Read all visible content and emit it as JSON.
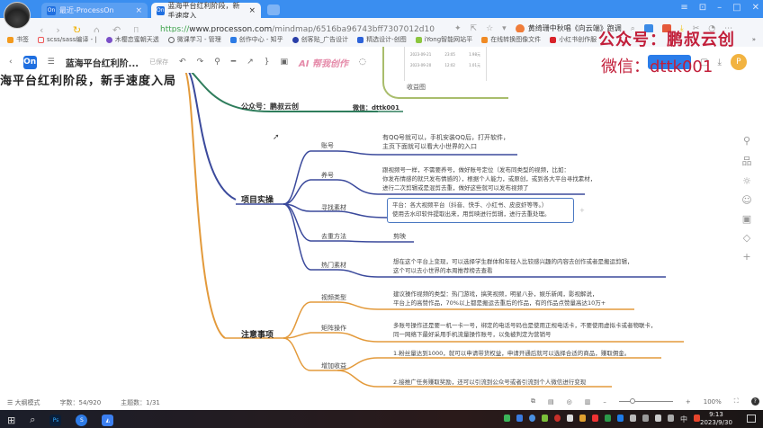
{
  "browser": {
    "tabs": [
      {
        "label": "最近-ProcessOn",
        "active": false
      },
      {
        "label": "蓝海平台红利阶段，新手速度入",
        "active": true
      }
    ],
    "url_scheme": "https://",
    "url_host": "www.processon.com",
    "url_path": "/mindmap/6516ba96743bff7307012d10",
    "media_title": "黄绮珊中秋唱《向云端》跑调",
    "window_controls": [
      "≡",
      "⊡",
      "–",
      "□",
      "✕"
    ],
    "bookmarks": [
      "书签",
      "scss/sass编译 - |",
      "木樱恋蜜朝天透",
      "微课学习 - 管理",
      "创作中心 - 知乎",
      "创客贴_广告设计",
      "精选设计-创图",
      "iYong智能网站平",
      "在线转换图像文件",
      "小红书创作服"
    ],
    "bookmarks_more": "»"
  },
  "app": {
    "doc_title": "蓝海平台红利阶...",
    "saved_status": "已保存",
    "ai_label": "AI 帮我创作",
    "banner_title": "海平台红利阶段，新手速度入局",
    "user_initial": "P"
  },
  "watermark": {
    "line1": "公众号：鹏叔云创",
    "line2": "微信：dttk001"
  },
  "right_sidebar_icons": [
    "⚲",
    "品",
    "☼",
    "☺",
    "▣",
    "◇",
    "+"
  ],
  "earnings_image": {
    "rows": [
      [
        "2023-09-21",
        "23:05",
        "1.98元"
      ],
      [
        "2023-09-20",
        "12:02",
        "1.01元"
      ]
    ],
    "label": "收益图"
  },
  "mindmap": {
    "header_node": {
      "label": "公众号：鹏叔云创",
      "wechat": "微信：dttk001"
    },
    "branches": [
      {
        "label": "项目实操",
        "color": "#3b4a9c",
        "children": [
          {
            "label": "账号",
            "lines": [
              "有QQ号就可以，手机安装QQ后，打开软件，",
              "主页下面就可以看大小世界的入口"
            ]
          },
          {
            "label": "养号",
            "lines": [
              "跟视频号一样，不需要养号，做好账号定位（发布同类型的视频，比如：",
              "你发布情感的就只发布情感的），根据个人能力，或原创，或到各大平台寻找素材，",
              "进行二次剪辑或是混剪去重，做好这些就可以发布视频了"
            ]
          },
          {
            "label": "寻找素材",
            "lines": [
              "平台：各大视频平台（抖音、快手、小红书、皮皮虾等等。）",
              "使用去水印软件提取出来，用剪映进行剪辑，进行去重处理。"
            ]
          },
          {
            "label": "去重方法",
            "lines": [
              "剪映"
            ]
          },
          {
            "label": "热门素材",
            "lines": [
              "想在这个平台上变现，可以选择学生群体和年轻人比较感兴趣的内容去创作或者是搬运剪辑，",
              "这个可以去小世界的本周推荐榜去查看"
            ]
          }
        ]
      },
      {
        "label": "注意事项",
        "color": "#e39a3b",
        "children": [
          {
            "label": "视频类型",
            "lines": [
              "建议操作视频的类型：热门游戏，搞笑视频，明星八卦，娱乐新闻，影视解说，",
              "平台上的高赞作品，70%以上都是搬运去重后的作品，有的作品点赞量高达10万+"
            ]
          },
          {
            "label": "矩阵操作",
            "lines": [
              "多账号操作还是要一机一卡一号，绑定的电话号码也是使用正规电话卡，不要使用虚拟卡或者物联卡，",
              "同一网络下最好采用手机流量操作账号，以免被判定为营销号"
            ]
          },
          {
            "label": "增加收益",
            "lines": [
              "1.粉丝量达到1000，就可以申请带货权益，申请开通后就可以选择合适的商品，赚取佣金。",
              "2.接推广任务赚取奖励，还可以引流到公众号或者引流到个人微信进行变现"
            ]
          }
        ]
      }
    ]
  },
  "statusbar": {
    "outline_mode": "大纲模式",
    "word_count": "字数：54/920",
    "topic_count": "主题数：1/31",
    "zoom_minus": "–",
    "zoom_plus": "+",
    "zoom_level": "100%",
    "help": "?"
  },
  "taskbar": {
    "time": "9:13",
    "date": "2023/9/30",
    "ime": "中"
  }
}
